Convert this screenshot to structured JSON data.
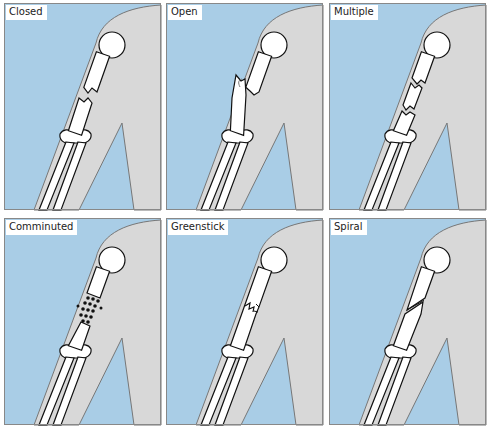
{
  "diagram": {
    "labels": [
      "Closed",
      "Open",
      "Multiple",
      "Comminuted",
      "Greenstick",
      "Spiral"
    ]
  }
}
